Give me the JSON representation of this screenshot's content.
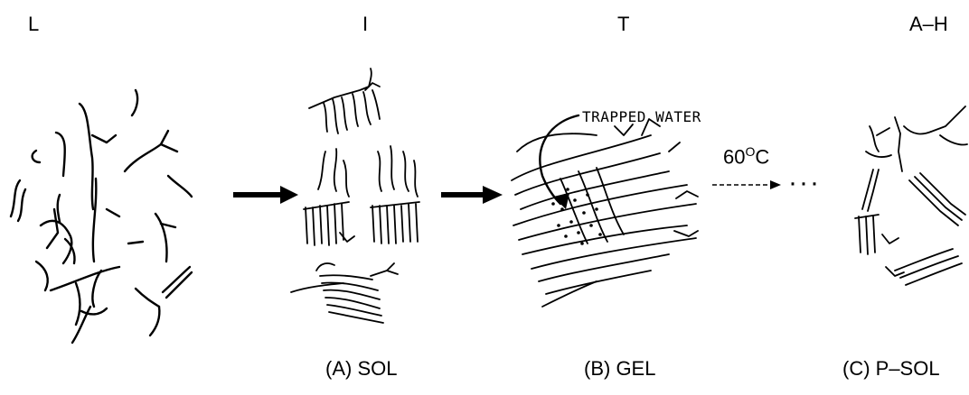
{
  "stages": [
    {
      "letter": "L",
      "caption": ""
    },
    {
      "letter": "I",
      "caption": "(A) SOL"
    },
    {
      "letter": "T",
      "caption": "(B) GEL"
    },
    {
      "letter": "A–H",
      "caption": "(C) P–SOL"
    }
  ],
  "annotations": {
    "trapped_water": "TRAPPED WATER",
    "temperature_value": "60",
    "temperature_degree": "O",
    "temperature_unit": "C",
    "ellipsis": "···"
  }
}
